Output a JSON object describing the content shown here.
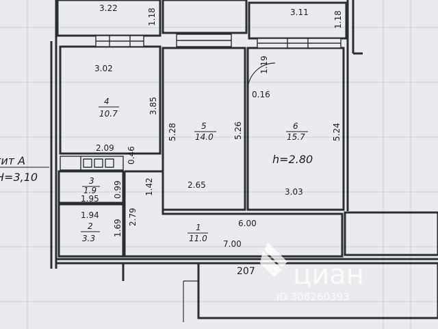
{
  "colors": {
    "background": "#e9ebee",
    "wall": "#2a2d33",
    "grid": "#c4c9d1",
    "watermark": "#ffffff"
  },
  "labels": {
    "section": "тит А",
    "height": "H=3,10",
    "ceiling": "h=2.80",
    "corridor_outer": "207"
  },
  "rooms": [
    {
      "number": "1",
      "area": "11.0"
    },
    {
      "number": "2",
      "area": "3.3"
    },
    {
      "number": "3",
      "area": "1.9"
    },
    {
      "number": "4",
      "area": "10.7"
    },
    {
      "number": "5",
      "area": "14.0"
    },
    {
      "number": "6",
      "area": "15.7"
    }
  ],
  "dimensions": {
    "d322": "3.22",
    "d118a": "1.18",
    "d311": "3.11",
    "d118b": "1.18",
    "d302": "3.02",
    "d385": "3.85",
    "d209": "2.09",
    "d046": "0.46",
    "d528": "5.28",
    "d526": "5.26",
    "d265": "2.65",
    "d119": "1.19",
    "d016": "0.16",
    "d524": "5.24",
    "d303": "3.03",
    "d099": "0.99",
    "d195": "1.95",
    "d194": "1.94",
    "d169": "1.69",
    "d279": "2.79",
    "d142": "1.42",
    "d600": "6.00",
    "d700": "7.00"
  },
  "watermark": {
    "brand": "циан",
    "id_text": "ID 308260393"
  },
  "icons": [
    "cian-logo-icon",
    "door-swing-icon",
    "window-icon"
  ]
}
